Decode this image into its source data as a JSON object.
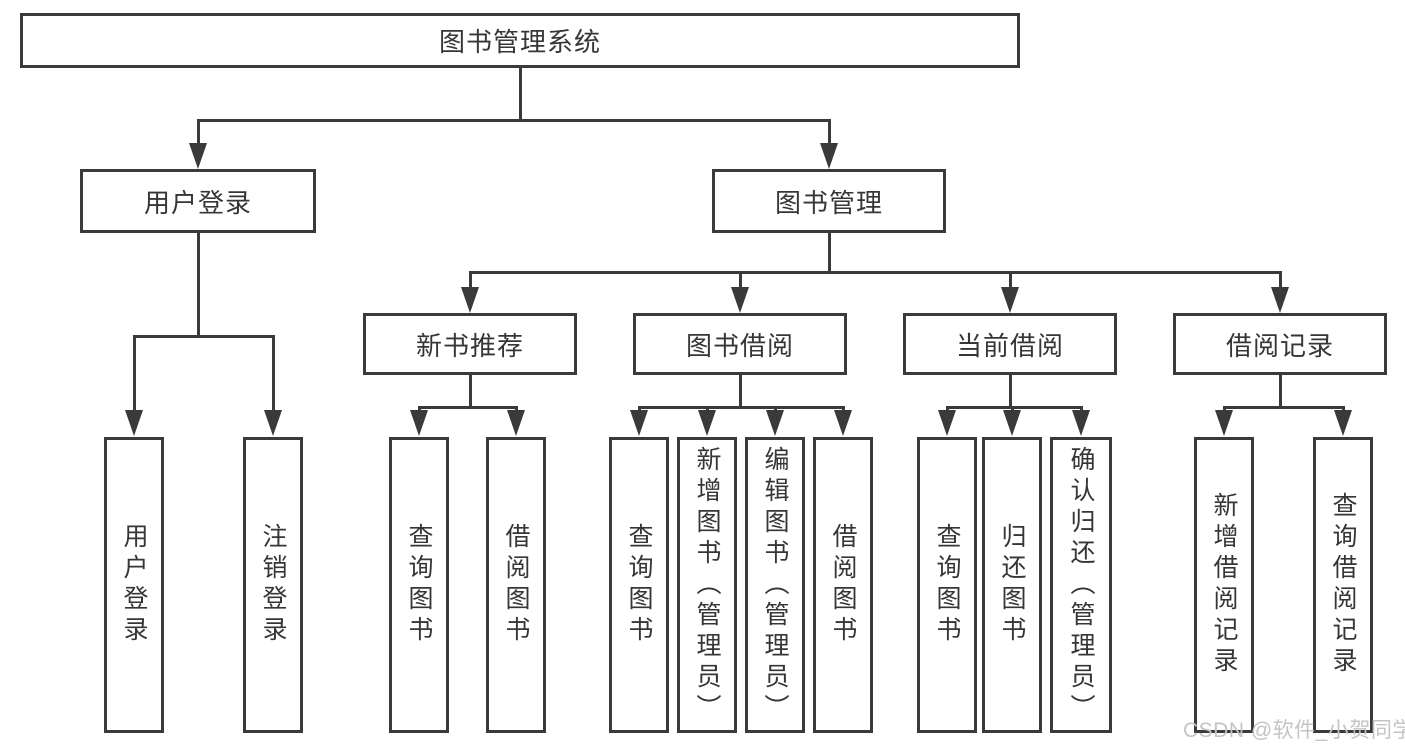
{
  "tree": {
    "root": {
      "label": "图书管理系统",
      "children": [
        {
          "label": "用户登录",
          "children": [
            {
              "label": "用户登录"
            },
            {
              "label": "注销登录"
            }
          ]
        },
        {
          "label": "图书管理",
          "children": [
            {
              "label": "新书推荐",
              "children": [
                {
                  "label": "查询图书"
                },
                {
                  "label": "借阅图书"
                }
              ]
            },
            {
              "label": "图书借阅",
              "children": [
                {
                  "label": "查询图书"
                },
                {
                  "label": "新增图书（管理员）"
                },
                {
                  "label": "编辑图书（管理员）"
                },
                {
                  "label": "借阅图书"
                }
              ]
            },
            {
              "label": "当前借阅",
              "children": [
                {
                  "label": "查询图书"
                },
                {
                  "label": "归还图书"
                },
                {
                  "label": "确认归还（管理员）"
                }
              ]
            },
            {
              "label": "借阅记录",
              "children": [
                {
                  "label": "新增借阅记录"
                },
                {
                  "label": "查询借阅记录"
                }
              ]
            }
          ]
        }
      ]
    }
  },
  "watermark": {
    "text": "CSDN @软件_小贺同学"
  },
  "colors": {
    "line": "#3a3a3a",
    "text": "#363636",
    "wm": "#c6c3c3",
    "bg": "#ffffff"
  }
}
